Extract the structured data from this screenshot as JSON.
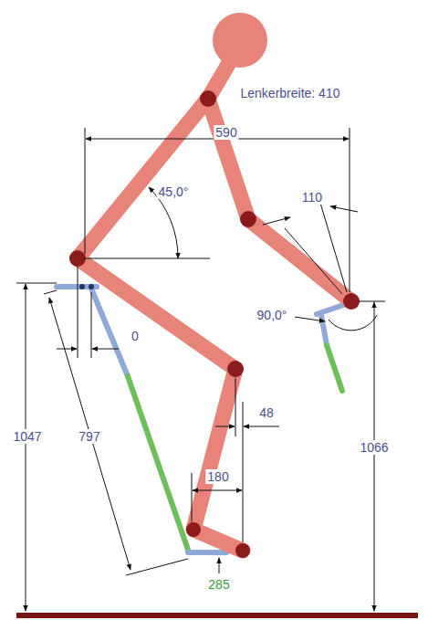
{
  "diagram": {
    "labels": [
      "Lenkerbreite: 410",
      "590",
      "45,0°",
      "110",
      "0",
      "90,0°",
      "48",
      "1047",
      "797",
      "180",
      "1066",
      "285"
    ]
  }
}
